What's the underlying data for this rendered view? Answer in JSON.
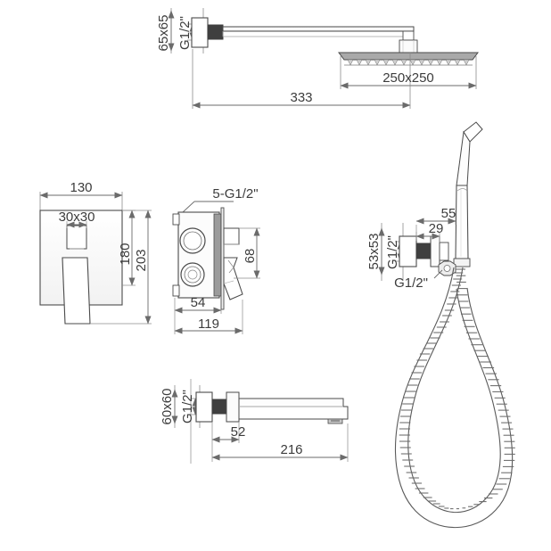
{
  "drawing": {
    "type": "technical-dimension-drawing",
    "subject": "Concealed wall-mounted shower mixer set",
    "background_color": "#ffffff",
    "line_color": "#4a4a4a",
    "dim_line_color": "#6b6b6b",
    "text_color": "#3c3c3c",
    "fill_dark": "#3f3f3f",
    "fill_light": "#d8d8d8"
  },
  "views": {
    "shower_arm_head": {
      "name": "Ceiling/wall shower arm with rain head",
      "dimensions": {
        "flange_size": "65x65",
        "inlet_thread": "G1/2\"",
        "arm_projection": "333",
        "head_size": "250x250"
      }
    },
    "mixer_trim_plate": {
      "name": "Concealed mixer trim plate - front view",
      "dimensions": {
        "plate_width": "130",
        "button_size": "30x30",
        "height_to_handle": "180",
        "plate_height": "203"
      }
    },
    "mixer_valve_body": {
      "name": "Concealed mixer valve body - side/section view",
      "dimensions": {
        "ports": "5-G1/2\"",
        "body_depth": "54",
        "handle_height": "68",
        "total_depth": "119"
      }
    },
    "hand_shower_holder": {
      "name": "Wall outlet elbow with hand shower and hose",
      "dimensions": {
        "flange_size": "53x53",
        "inlet_thread": "G1/2\"",
        "outlet_thread": "G1/2\"",
        "projection_total": "55",
        "projection_elbow": "29"
      }
    },
    "bath_spout": {
      "name": "Wall-mounted bath spout",
      "dimensions": {
        "flange_size": "60x60",
        "inlet_thread": "G1/2\"",
        "flange_depth": "52",
        "spout_projection": "216"
      }
    }
  },
  "labels": {
    "arm_flange": "65x65",
    "arm_thread": "G1/2\"",
    "arm_projection": "333",
    "head_size": "250x250",
    "plate_width": "130",
    "button_size": "30x30",
    "handle_height": "180",
    "plate_height": "203",
    "valve_ports": "5-G1/2\"",
    "valve_handle_h": "68",
    "valve_depth": "54",
    "valve_total": "119",
    "holder_proj_total": "55",
    "holder_proj_elbow": "29",
    "holder_flange": "53x53",
    "holder_thread_v": "G1/2\"",
    "holder_thread_h": "G1/2\"",
    "spout_flange": "60x60",
    "spout_thread": "G1/2\"",
    "spout_flange_depth": "52",
    "spout_projection": "216"
  }
}
